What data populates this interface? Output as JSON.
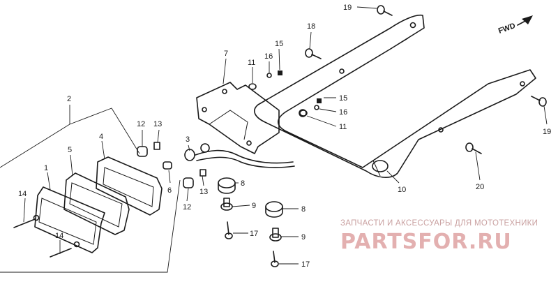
{
  "diagram": {
    "forward_label": "FWD",
    "part_numbers": [
      {
        "id": "p1",
        "number": "1"
      },
      {
        "id": "p2",
        "number": "2"
      },
      {
        "id": "p3",
        "number": "3"
      },
      {
        "id": "p4",
        "number": "4"
      },
      {
        "id": "p5",
        "number": "5"
      },
      {
        "id": "p6",
        "number": "6"
      },
      {
        "id": "p7",
        "number": "7"
      },
      {
        "id": "p8a",
        "number": "8"
      },
      {
        "id": "p8b",
        "number": "8"
      },
      {
        "id": "p9a",
        "number": "9"
      },
      {
        "id": "p9b",
        "number": "9"
      },
      {
        "id": "p10",
        "number": "10"
      },
      {
        "id": "p11a",
        "number": "11"
      },
      {
        "id": "p11b",
        "number": "11"
      },
      {
        "id": "p12a",
        "number": "12"
      },
      {
        "id": "p12b",
        "number": "12"
      },
      {
        "id": "p13a",
        "number": "13"
      },
      {
        "id": "p13b",
        "number": "13"
      },
      {
        "id": "p14a",
        "number": "14"
      },
      {
        "id": "p14b",
        "number": "14"
      },
      {
        "id": "p15a",
        "number": "15"
      },
      {
        "id": "p15b",
        "number": "15"
      },
      {
        "id": "p16a",
        "number": "16"
      },
      {
        "id": "p16b",
        "number": "16"
      },
      {
        "id": "p17a",
        "number": "17"
      },
      {
        "id": "p17b",
        "number": "17"
      },
      {
        "id": "p18",
        "number": "18"
      },
      {
        "id": "p19a",
        "number": "19"
      },
      {
        "id": "p19b",
        "number": "19"
      },
      {
        "id": "p20",
        "number": "20"
      }
    ]
  },
  "watermark": {
    "tagline": "ЗАПЧАСТИ И АКСЕССУАРЫ ДЛЯ МОТОТЕХНИКИ",
    "brand": "PARTSFOR.RU",
    "color": "#e3b0b0"
  }
}
